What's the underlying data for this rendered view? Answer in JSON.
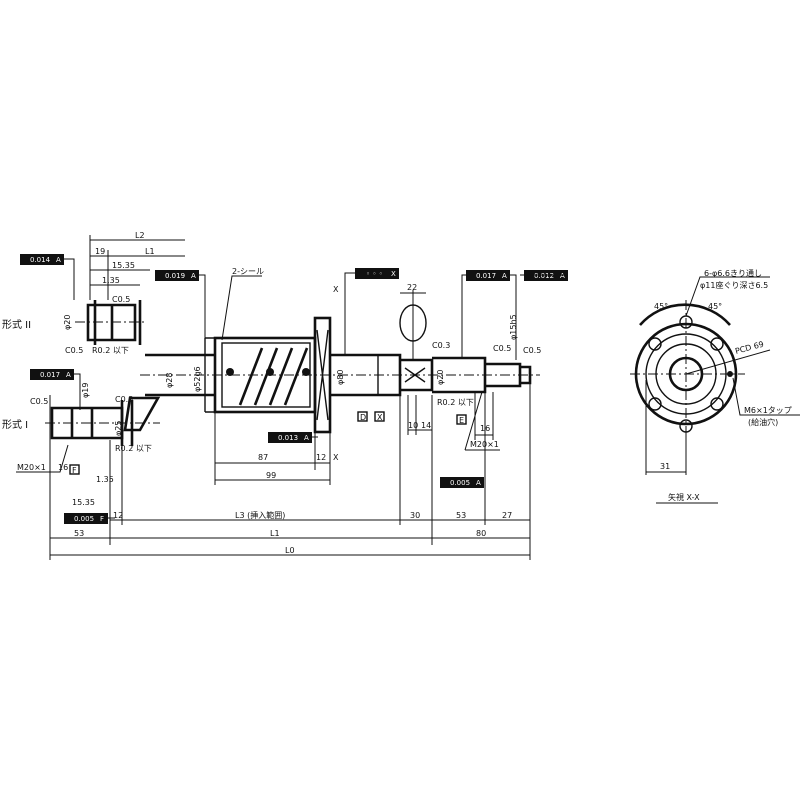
{
  "form_labels": {
    "type2": "形式 II",
    "type1": "形式 I"
  },
  "dimensions": {
    "L2": "L2",
    "L1_top": "L1",
    "d19": "19",
    "d15_35_top": "15.35",
    "d1_35_top": "1.35",
    "c05_type2": "C0.5",
    "c05_type2b": "C0.5",
    "r02_type2": "R0.2 以下",
    "c05_type1": "C0.5",
    "c03_type1": "C0.3",
    "r02_type1": "R0.2 以下",
    "phi25": "φ25",
    "phi19": "φ19",
    "phi20_t2": "φ20",
    "m20_left": "M20×1",
    "d16_left": "16",
    "d1_35_bot": "1.35",
    "d15_35_bot": "15.35",
    "seal": "2-シール",
    "phi28": "φ28",
    "phi52": "φ52g6",
    "phi80": "φ80",
    "d87": "87",
    "d12_nut": "12",
    "d99": "99",
    "d22": "22",
    "c03_right": "C0.3",
    "c05_right1": "C0.5",
    "c05_right2": "C0.5",
    "phi20": "φ20",
    "phi15": "φ15h5",
    "r02_right": "R0.2 以下",
    "d10": "10",
    "d14": "14",
    "d16_right": "16",
    "m20_right": "M20×1",
    "bottom_12": "12",
    "L3": "L3 (挿入範囲)",
    "bottom_30": "30",
    "bottom_53r": "53",
    "bottom_27": "27",
    "bottom_53l": "53",
    "L1": "L1",
    "bottom_80": "80",
    "L0": "L0"
  },
  "tolerances": [
    {
      "value": "0.014",
      "datum": "A"
    },
    {
      "value": "0.017",
      "datum": "A"
    },
    {
      "value": "0.019",
      "datum": "A"
    },
    {
      "value": "0.013",
      "datum": "A"
    },
    {
      "value": "0.017",
      "datum": "A"
    },
    {
      "value": "0.012",
      "datum": "A"
    },
    {
      "value": "0.005",
      "datum": "A"
    },
    {
      "value": "0.005",
      "datum": "F"
    }
  ],
  "datums": {
    "top_box": "◦ ◦ ◦",
    "top_datum": "X",
    "d1": "D",
    "d2": "X",
    "d3": "E",
    "d4": "F"
  },
  "section_markers": {
    "x_top": "X",
    "x_bot": "X"
  },
  "end_view": {
    "holes": "6-φ6.6きり通し",
    "counterbore": "φ11座ぐり深さ6.5",
    "angle_left": "45°",
    "angle_right": "45°",
    "pcd": "PCD 69",
    "tap": "M6×1タップ",
    "tap_note": "(給油穴)",
    "d31": "31",
    "view_label": "矢視 X-X"
  }
}
